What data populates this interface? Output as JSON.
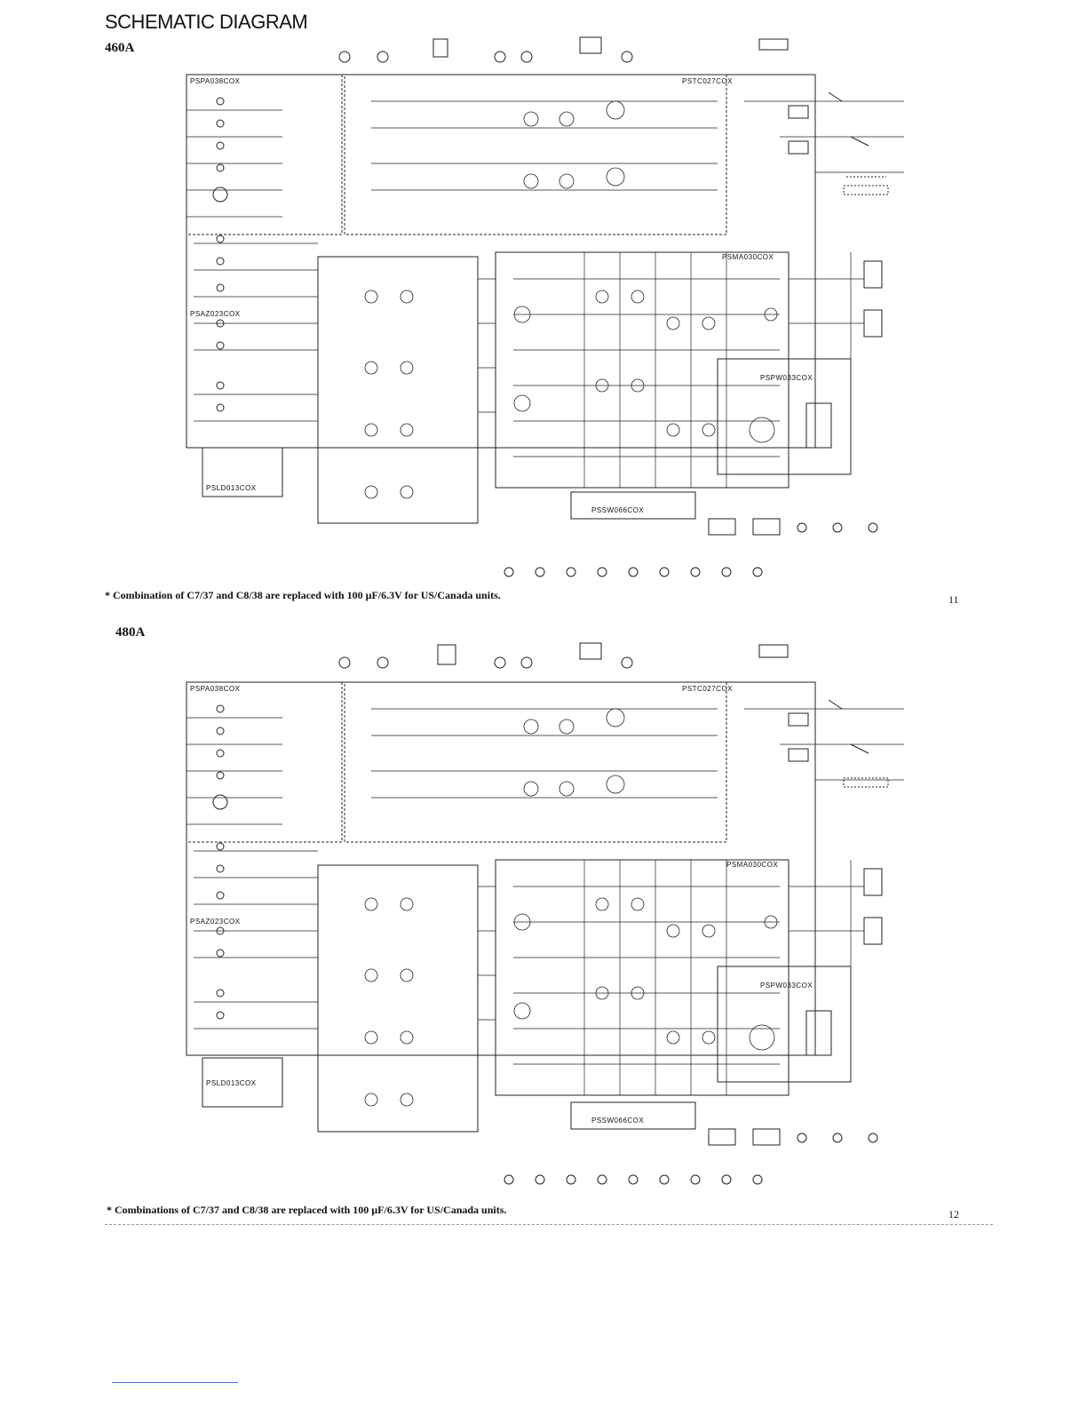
{
  "page": {
    "title": "SCHEMATIC DIAGRAM"
  },
  "schematics": [
    {
      "model": "460A",
      "page_number": "11",
      "note": "* Combination of C7/37 and C8/38 are replaced with 100 µF/6.3V for US/Canada units.",
      "blocks": [
        "PSPA038COX",
        "PSTC027COX",
        "PSMA030COX",
        "PSAZ023COX",
        "PSLD013COX",
        "PSSW066COX",
        "PSPW033COX"
      ]
    },
    {
      "model": "480A",
      "page_number": "12",
      "note": "* Combinations of C7/37 and C8/38 are replaced with 100 µF/6.3V for US/Canada units.",
      "blocks": [
        "PSPA038COX",
        "PSTC027COX",
        "PSMA030COX",
        "PSAZ023COX",
        "PSLD013COX",
        "PSSW066COX",
        "PSPW033COX"
      ]
    }
  ]
}
